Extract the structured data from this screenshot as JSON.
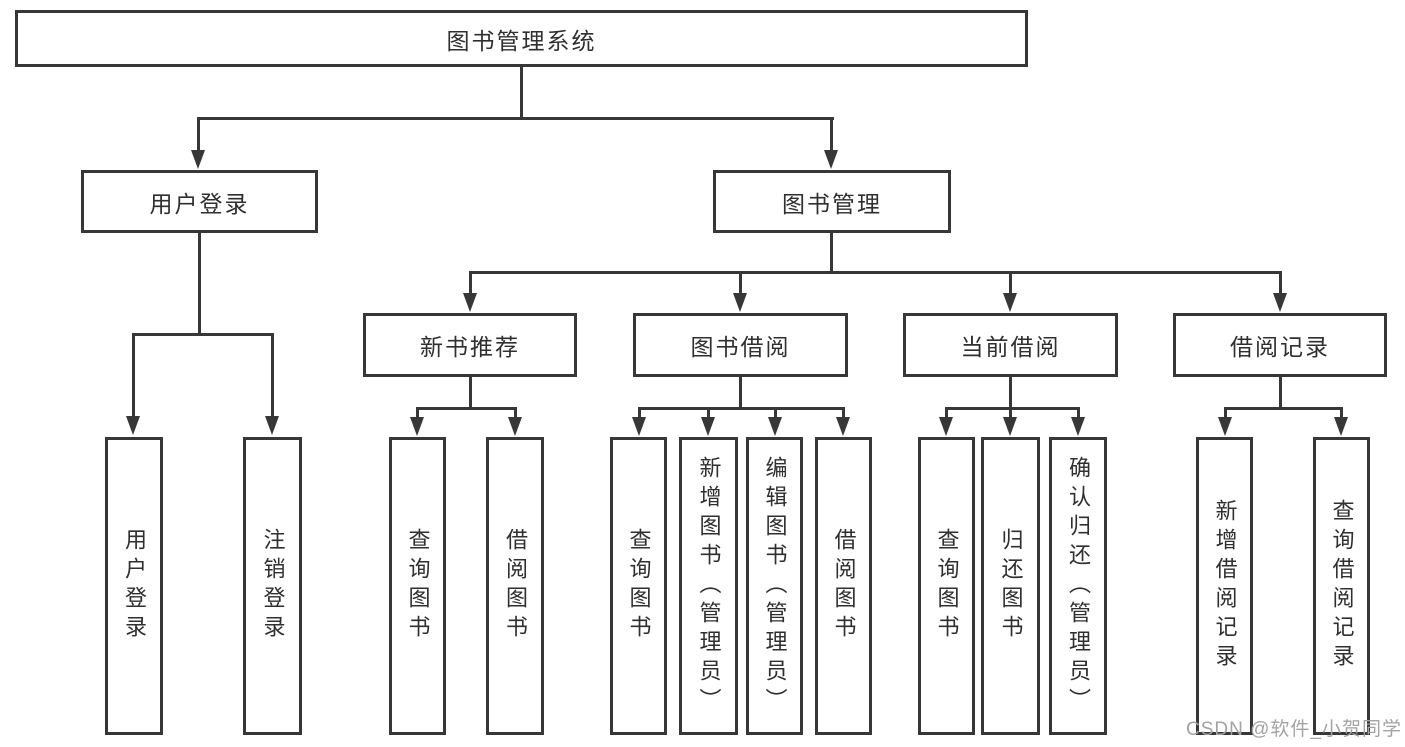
{
  "diagram": {
    "title": "图书管理系统",
    "nodes": {
      "user_login": "用户登录",
      "book_management": "图书管理",
      "new_book_recommend": "新书推荐",
      "book_borrow": "图书借阅",
      "current_borrow": "当前借阅",
      "borrow_records": "借阅记录"
    },
    "leaves": {
      "user_login": [
        "用户登录",
        "注销登录"
      ],
      "new_book_recommend": [
        "查询图书",
        "借阅图书"
      ],
      "book_borrow": [
        "查询图书",
        "新增图书（管理员）",
        "编辑图书（管理员）",
        "借阅图书"
      ],
      "current_borrow": [
        "查询图书",
        "归还图书",
        "确认归还（管理员）"
      ],
      "borrow_records": [
        "新增借阅记录",
        "查询借阅记录"
      ]
    }
  },
  "watermark": "CSDN @软件_小贺同学",
  "colors": {
    "line": "#373737",
    "text": "#2f2f2f",
    "background": "#ffffff",
    "watermark": "#a3a3a3"
  }
}
